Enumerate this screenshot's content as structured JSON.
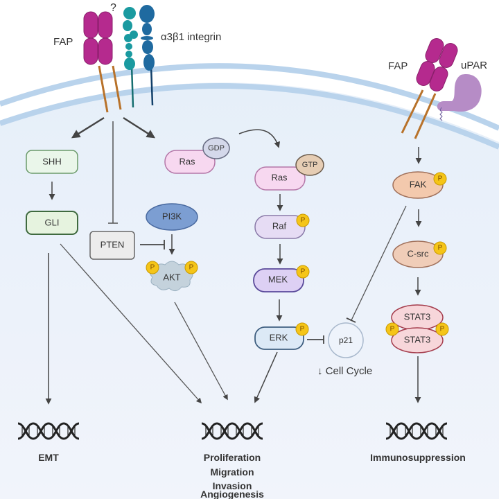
{
  "figure": {
    "title": "FAP signaling pathways",
    "colors": {
      "membrane": "#b9d3ec",
      "cytoplasm": "#eaf1fa",
      "fap": "#b52a8e",
      "fap_stalk": "#b8722a",
      "integrin_alpha": "#1a9aa0",
      "integrin_beta": "#1f6aa0",
      "upar": "#b68cc6",
      "phospho": "#f5c518",
      "arrow": "#444444"
    }
  },
  "receptors": {
    "fap_left_label": "FAP",
    "question_mark": "?",
    "integrin_label": "α3β1 integrin",
    "fap_right_label": "FAP",
    "upar_label": "uPAR"
  },
  "nodes": {
    "shh": "SHH",
    "gli": "GLI",
    "pten": "PTEN",
    "pi3k": "PI3K",
    "akt": "AKT",
    "ras_gdp": "Ras",
    "gdp": "GDP",
    "ras_gtp": "Ras",
    "gtp": "GTP",
    "raf": "Raf",
    "mek": "MEK",
    "erk": "ERK",
    "p21": "p21",
    "fak": "FAK",
    "csrc": "C-src",
    "stat3_top": "STAT3",
    "stat3_bottom": "STAT3",
    "phospho": "P"
  },
  "annotations": {
    "cell_cycle": "↓ Cell Cycle"
  },
  "outcomes": {
    "emt": "EMT",
    "middle": [
      "Proliferation",
      "Migration",
      "Invasion",
      "Angiogenesis"
    ],
    "immuno": "Immunosuppression"
  }
}
